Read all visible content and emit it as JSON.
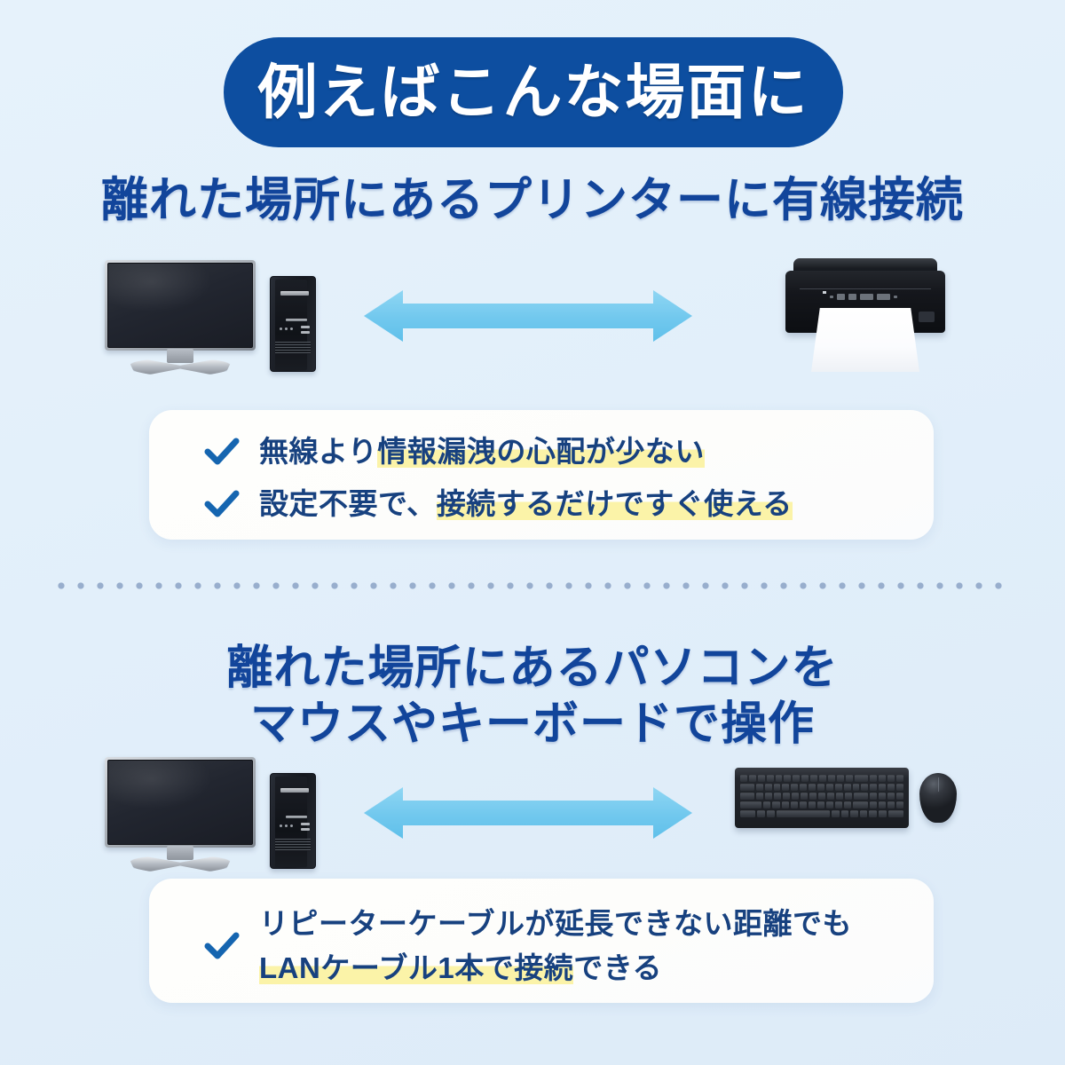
{
  "title": {
    "pill_label": "例えばこんな場面に"
  },
  "colors": {
    "background": "#e3f0fa",
    "pill_blue": "#0d4ea0",
    "heading_navy": "#12459b",
    "text_navy": "#17417f",
    "arrow_blue": "#76caee",
    "highlight_yellow": "#fbf3a8",
    "check_blue": "#1565b0",
    "card_white": "#fdfdfb",
    "divider_dot": "#98aecd"
  },
  "sections": [
    {
      "heading": "離れた場所にあるプリンターに有線接続",
      "illustration": {
        "left_device": "desktop-pc",
        "connector": "double-arrow",
        "right_device": "printer"
      },
      "bullets": [
        {
          "plain_prefix": "無線より",
          "highlighted": "情報漏洩の心配が少ない",
          "plain_suffix": ""
        },
        {
          "plain_prefix": "設定不要で、",
          "highlighted": "接続するだけですぐ使える",
          "plain_suffix": ""
        }
      ]
    },
    {
      "heading_line1": "離れた場所にあるパソコンを",
      "heading_line2": "マウスやキーボードで操作",
      "illustration": {
        "left_device": "desktop-pc",
        "connector": "double-arrow",
        "right_device": "keyboard-and-mouse"
      },
      "bullets": [
        {
          "line1": "リピーターケーブルが延長できない距離でも",
          "line2_highlighted": "LANケーブル1本で接続",
          "line2_plain": "できる"
        }
      ]
    }
  ],
  "icons": {
    "check": "check-icon",
    "arrow": "double-arrow-icon"
  }
}
